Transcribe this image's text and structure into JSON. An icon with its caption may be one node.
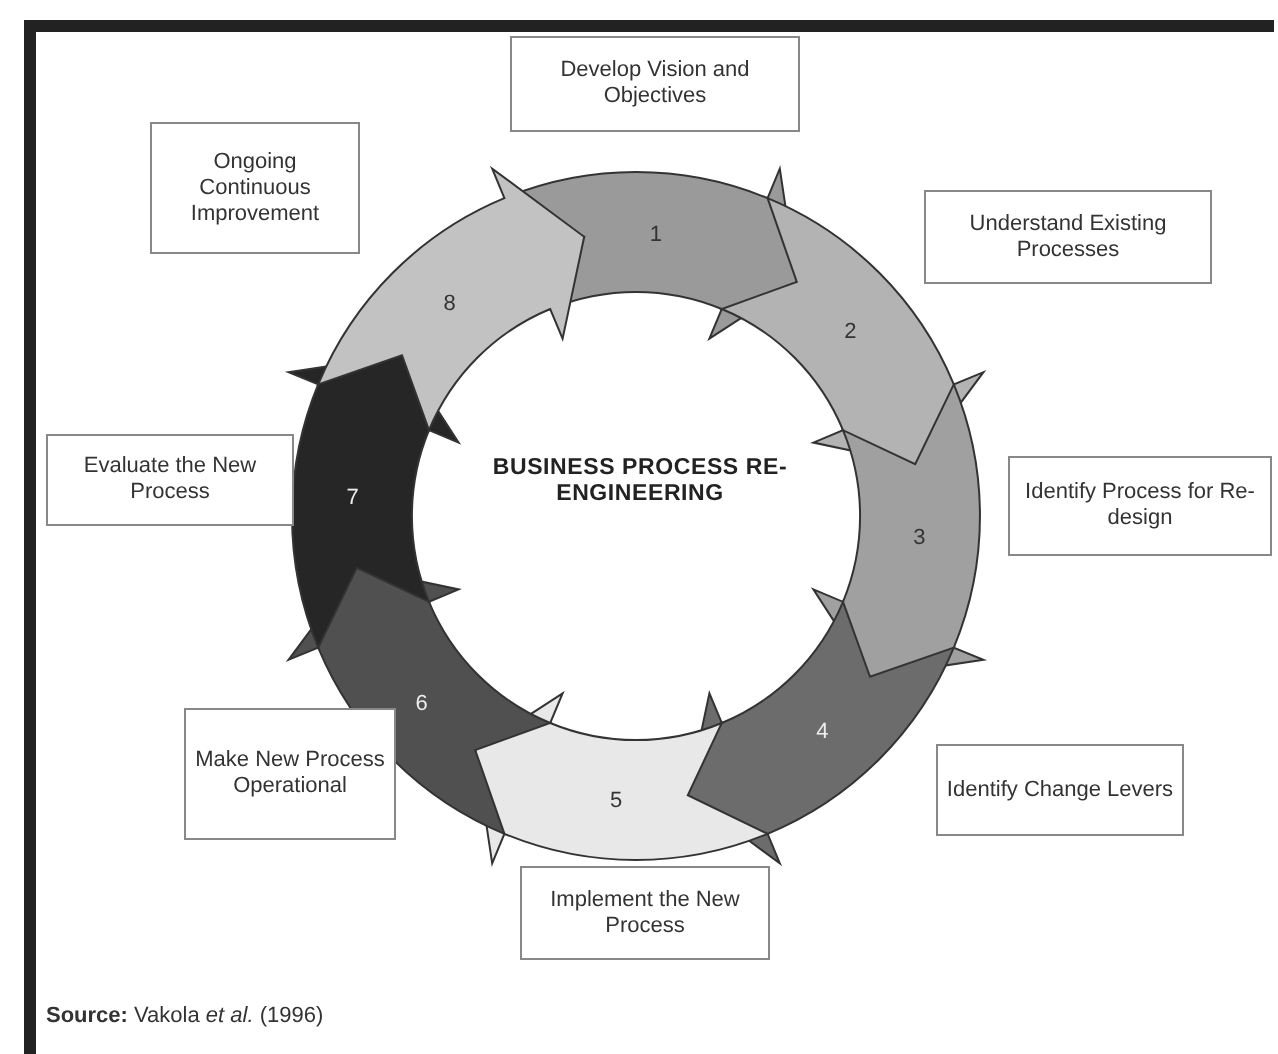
{
  "diagram": {
    "caption": "**Source:** Vakola *et al.* (1996)",
    "nodes": [
      {
        "text": [
          "1"
        ]
      },
      {
        "text": [
          "2"
        ]
      },
      {
        "text": [
          "3"
        ]
      },
      {
        "text": [
          "4"
        ]
      },
      {
        "text": [
          "5"
        ]
      },
      {
        "text": [
          "6"
        ]
      },
      {
        "text": [
          "7"
        ]
      },
      {
        "text": [
          "8"
        ]
      },
      {
        "text": [
          "Develop Vision and Objectives"
        ]
      },
      {
        "text": [
          "Understand Existing Processes"
        ]
      },
      {
        "text": [
          "Identify Process for Re-design"
        ]
      },
      {
        "text": [
          "Identify Change Levers"
        ]
      },
      {
        "text": [
          "Implement the New Process"
        ]
      },
      {
        "text": [
          "Make New Process Operational"
        ]
      },
      {
        "text": [
          "Evaluate the New Process"
        ]
      },
      {
        "text": [
          "Ongoing Continuous Improvement"
        ]
      }
    ],
    "labels": [
      "BUSINESS PROCESS RE-ENGINEERING"
    ]
  }
}
